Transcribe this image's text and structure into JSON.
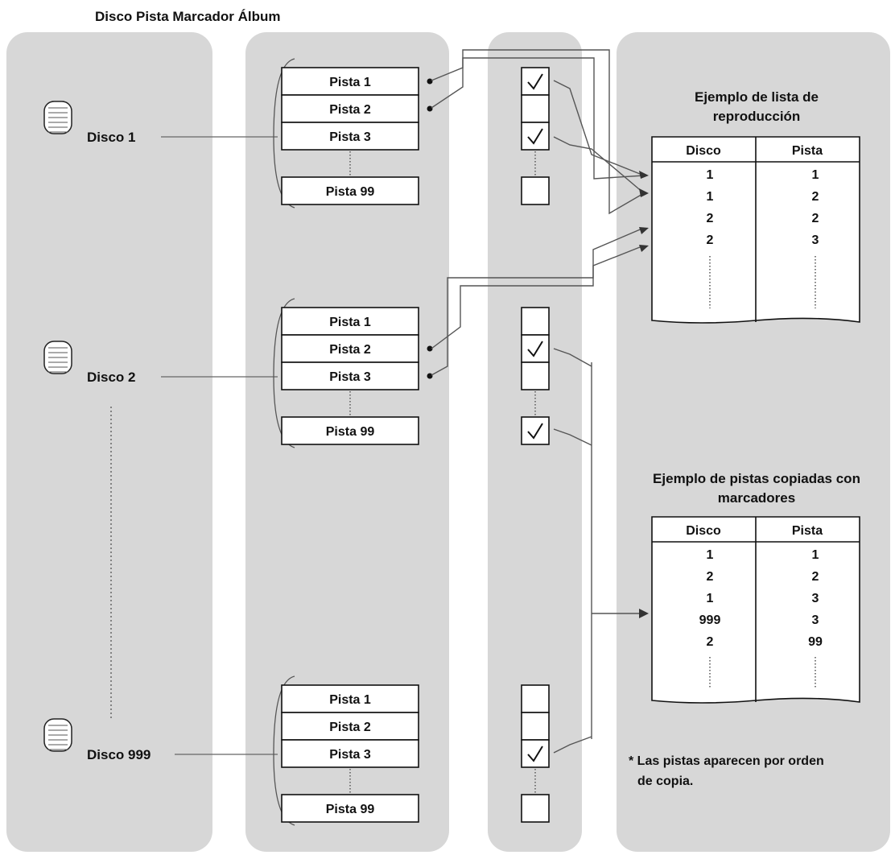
{
  "header_labels": [
    "Disco Pista Marcador Álbum"
  ],
  "discs": [
    {
      "label": "Disco 1"
    },
    {
      "label": "Disco 2"
    },
    {
      "label": "Disco 999"
    }
  ],
  "track_labels": [
    "Pista 1",
    "Pista 2",
    "Pista 3",
    "Pista 99"
  ],
  "bookmarks": [
    [
      true,
      false,
      true,
      false
    ],
    [
      false,
      true,
      false,
      true
    ],
    [
      false,
      false,
      true,
      false
    ]
  ],
  "playlist_example": {
    "title_lines": [
      "Ejemplo de lista de",
      "reproducción"
    ],
    "columns": [
      "Disco",
      "Pista"
    ],
    "rows": [
      [
        "1",
        "1"
      ],
      [
        "1",
        "2"
      ],
      [
        "2",
        "2"
      ],
      [
        "2",
        "3"
      ]
    ]
  },
  "copied_example": {
    "title_lines": [
      "Ejemplo de pistas copiadas con",
      "marcadores"
    ],
    "columns": [
      "Disco",
      "Pista"
    ],
    "rows": [
      [
        "1",
        "1"
      ],
      [
        "2",
        "2"
      ],
      [
        "1",
        "3"
      ],
      [
        "999",
        "3"
      ],
      [
        "2",
        "99"
      ]
    ]
  },
  "footnote_lines": [
    "* Las pistas aparecen por orden",
    "de copia."
  ],
  "colors": {
    "panel": "#d7d7d7",
    "line": "#555555",
    "box_border": "#111111"
  }
}
